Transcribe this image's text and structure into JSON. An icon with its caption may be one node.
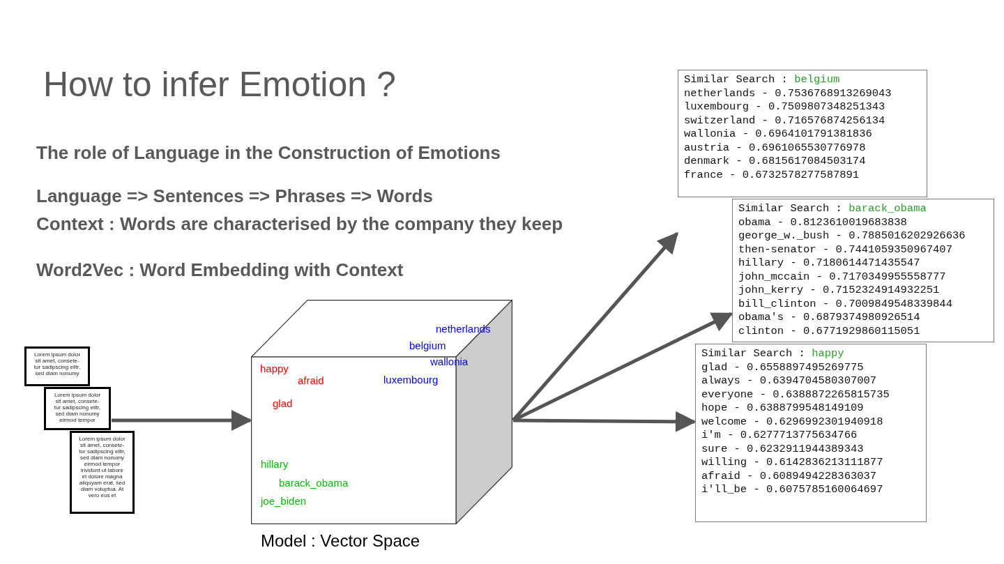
{
  "diagram": {
    "title": "How to infer Emotion ?",
    "nodes": [
      {
        "text": [
          "Lorem ipsum dolor sit amet, consete- tur sadipscing elitr, sed diam nonumy"
        ]
      },
      {
        "text": [
          "Lorem ipsum dolor sit amet, consete- tur sadipscing elitr, sed diam nonumy eirmod tempor"
        ]
      },
      {
        "text": [
          "Lorem ipsum dolor sit amet, consete- tur sadipscing elitr, sed diam nonumy eirmod tempor invidunt ut labore et dolore magna aliquyam erat, sed diam voluptua. At vero eos et"
        ]
      },
      {
        "text": [
          "netherlands",
          "belgium",
          "wallonia",
          "luxembourg",
          "happy",
          "afraid",
          "glad",
          "hillary",
          "barack_obama",
          "joe_biden"
        ],
        "beside": [
          "Model : Vector Space"
        ]
      },
      {
        "text": [
          "Similar Search :",
          "belgium",
          "netherlands - 0.7536768913269043",
          "luxembourg - 0.7509807348251343",
          "switzerland - 0.716576874256134",
          "wallonia - 0.6964101791381836",
          "austria - 0.6961065530776978",
          "denmark - 0.6815617084503174",
          "france - 0.6732578277587891"
        ]
      },
      {
        "text": [
          "Similar Search :",
          "barack_obama",
          "obama - 0.8123610019683838",
          "george_w._bush - 0.7885016202926636",
          "then-senator - 0.7441059350967407",
          "hillary - 0.7180614471435547",
          "john_mccain - 0.7170349955558777",
          "john_kerry - 0.7152324914932251",
          "bill_clinton - 0.7009849548339844",
          "obama's - 0.6879374980926514",
          "clinton - 0.6771929860115051"
        ]
      },
      {
        "text": [
          "Similar Search :",
          "happy",
          "glad - 0.6558897495269775",
          "always - 0.6394704580307007",
          "everyone - 0.6388872265815735",
          "hope - 0.6388799548149109",
          "welcome - 0.6296992301940918",
          "i'm - 0.6277713775634766",
          "sure - 0.6232911944389343",
          "willing - 0.6142836213111877",
          "afraid - 0.6089494228363037",
          "i'll_be - 0.6075785160064697"
        ]
      }
    ],
    "edges": [
      {
        "from": 1,
        "to": 3,
        "arrow": "to"
      },
      {
        "from": 3,
        "to": 4,
        "arrow": "to"
      },
      {
        "from": 3,
        "to": 5,
        "arrow": "to"
      },
      {
        "from": 3,
        "to": 6,
        "arrow": "to"
      }
    ],
    "labels": [
      "The role of Language in the Construction of Emotions",
      "Language => Sentences => Phrases => Words",
      "Context : Words are characterised by the company they keep",
      "Word2Vec : Word Embedding with Context"
    ]
  }
}
